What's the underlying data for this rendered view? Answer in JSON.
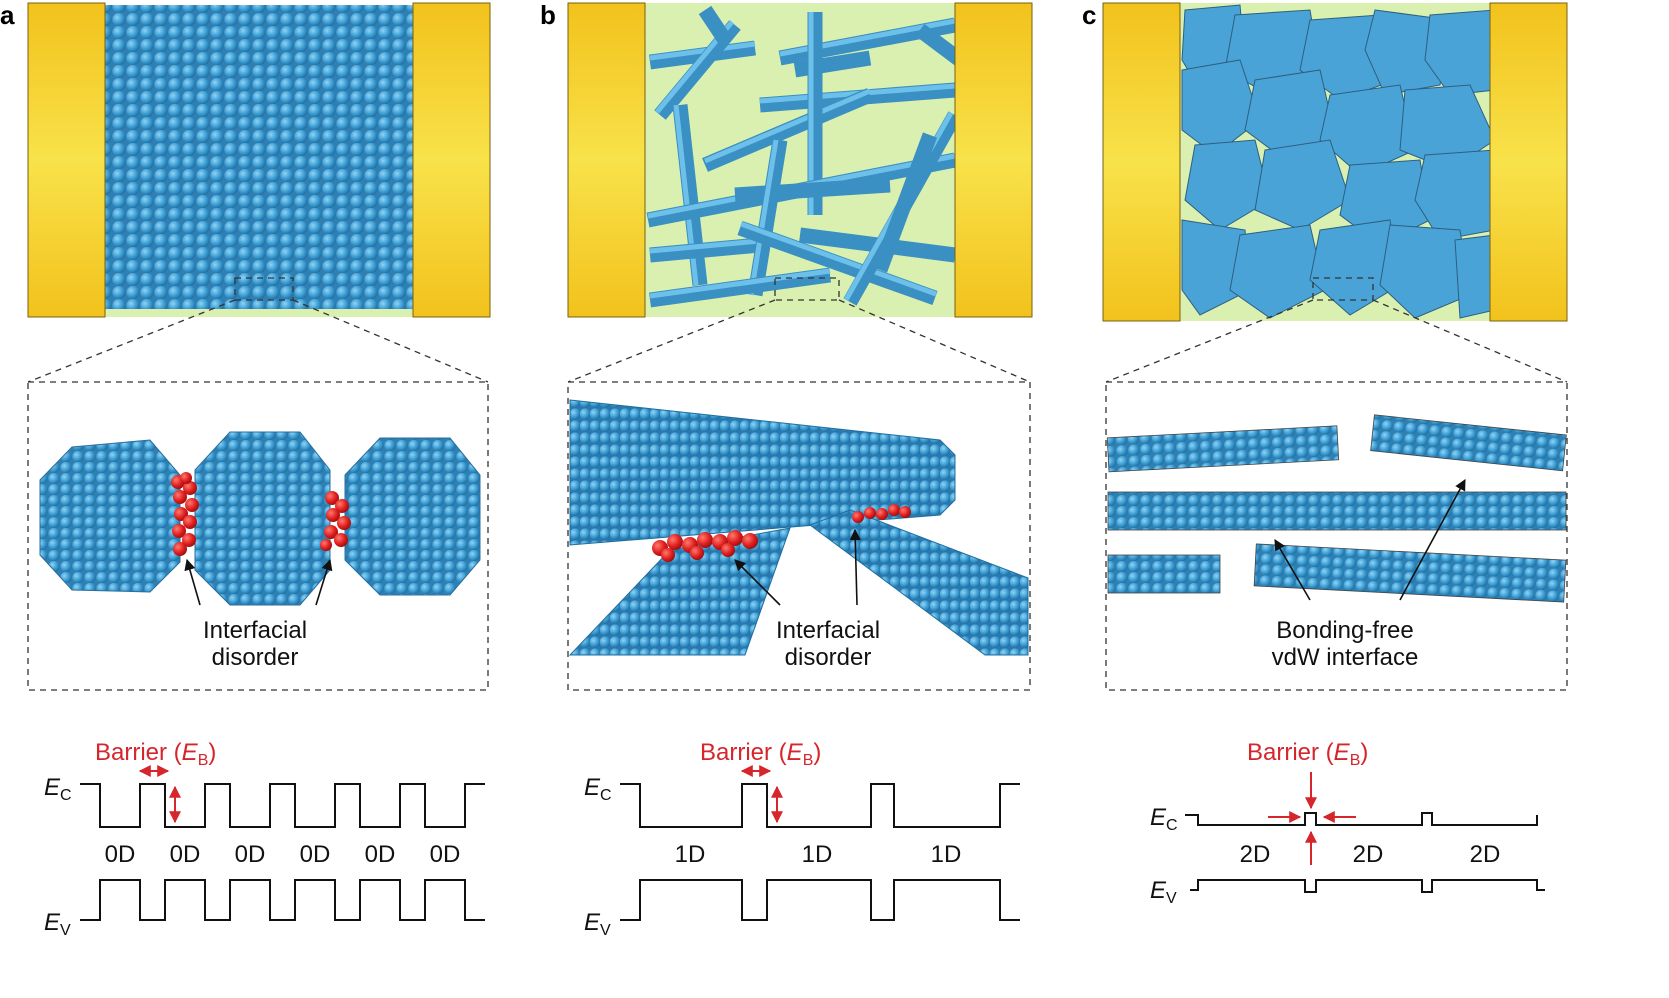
{
  "panels": {
    "a": {
      "letter": "a",
      "inset_label": [
        "Interfacial",
        "disorder"
      ],
      "barrier_label": "Barrier (",
      "barrier_symbol": "E",
      "barrier_sub": "B",
      "barrier_close": ")",
      "ec_symbol": "E",
      "ec_sub": "C",
      "ev_symbol": "E",
      "ev_sub": "V",
      "segments": [
        "0D",
        "0D",
        "0D",
        "0D",
        "0D",
        "0D"
      ]
    },
    "b": {
      "letter": "b",
      "inset_label": [
        "Interfacial",
        "disorder"
      ],
      "barrier_label": "Barrier (",
      "barrier_symbol": "E",
      "barrier_sub": "B",
      "barrier_close": ")",
      "ec_symbol": "E",
      "ec_sub": "C",
      "ev_symbol": "E",
      "ev_sub": "V",
      "segments": [
        "1D",
        "1D",
        "1D"
      ]
    },
    "c": {
      "letter": "c",
      "inset_label": [
        "Bonding-free",
        "vdW interface"
      ],
      "barrier_label": "Barrier (",
      "barrier_symbol": "E",
      "barrier_sub": "B",
      "barrier_close": ")",
      "ec_symbol": "E",
      "ec_sub": "C",
      "ev_symbol": "E",
      "ev_sub": "V",
      "segments": [
        "2D",
        "2D",
        "2D"
      ]
    }
  },
  "colors": {
    "electrode": "#f2c21c",
    "electrode_light": "#f7e04a",
    "substrate": "#d9f0b0",
    "material": "#4aa3d6",
    "disorder": "#d92020",
    "annotation": "#d6262c"
  }
}
